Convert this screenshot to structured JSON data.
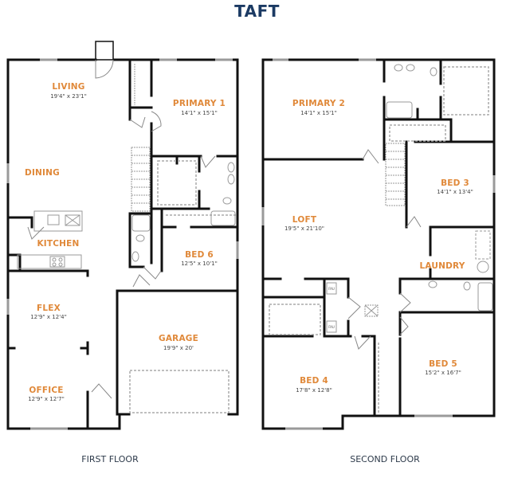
{
  "plan": {
    "title": "TAFT",
    "title_color": "#1b3a63",
    "room_label_color": "#e0893a"
  },
  "first_floor": {
    "label": "FIRST FLOOR",
    "rooms": {
      "living": {
        "name": "LIVING",
        "dims": "19'4\" x 23'1\""
      },
      "primary1": {
        "name": "PRIMARY 1",
        "dims": "14'1\" x 15'1\""
      },
      "dining": {
        "name": "DINING"
      },
      "kitchen": {
        "name": "KITCHEN"
      },
      "bed6": {
        "name": "BED 6",
        "dims": "12'5\" x 10'1\""
      },
      "flex": {
        "name": "FLEX",
        "dims": "12'9\" x 12'4\""
      },
      "garage": {
        "name": "GARAGE",
        "dims": "19'9\" x 20'"
      },
      "office": {
        "name": "OFFICE",
        "dims": "12'9\" x 12'7\""
      }
    }
  },
  "second_floor": {
    "label": "SECOND FLOOR",
    "rooms": {
      "primary2": {
        "name": "PRIMARY 2",
        "dims": "14'1\" x 15'1\""
      },
      "bed3": {
        "name": "BED 3",
        "dims": "14'1\" x 13'4\""
      },
      "loft": {
        "name": "LOFT",
        "dims": "19'5\" x 21'10\""
      },
      "laundry": {
        "name": "LAUNDRY"
      },
      "bed4": {
        "name": "BED 4",
        "dims": "17'8\" x 12'8\""
      },
      "bed5": {
        "name": "BED 5",
        "dims": "15'2\" x 16'7\""
      }
    },
    "fixtures": {
      "fau_label": "FAU"
    }
  }
}
